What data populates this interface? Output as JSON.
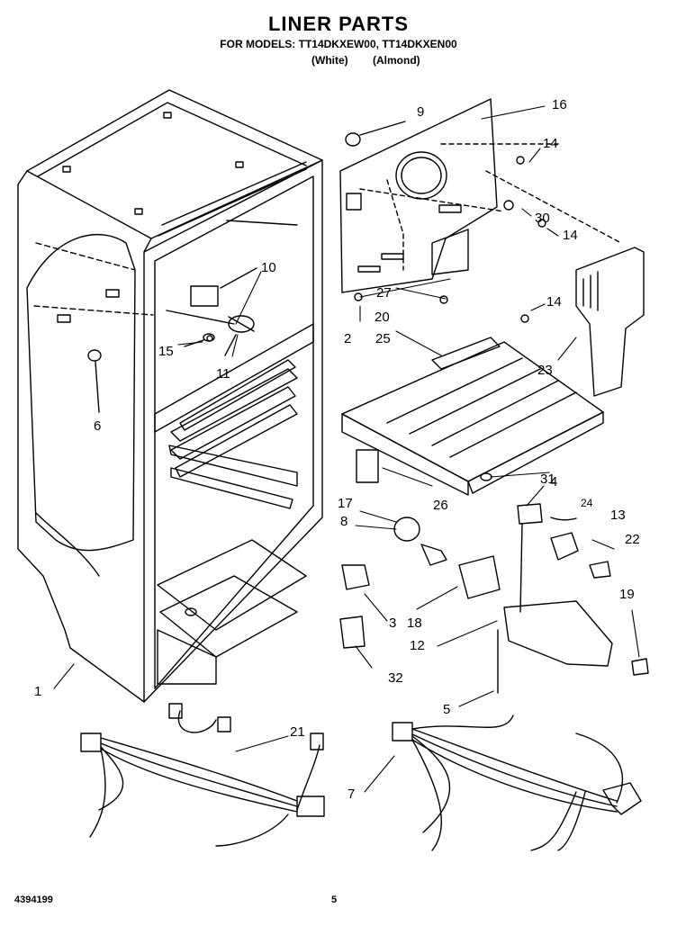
{
  "header": {
    "title": "LINER PARTS",
    "models_line": "FOR MODELS: TT14DKXEW00, TT14DKXEN00",
    "variant_white": "(White)",
    "variant_almond": "(Almond)"
  },
  "callouts": [
    "1",
    "2",
    "3",
    "4",
    "5",
    "6",
    "7",
    "8",
    "9",
    "10",
    "11",
    "12",
    "13",
    "14",
    "14",
    "14",
    "15",
    "16",
    "17",
    "18",
    "19",
    "20",
    "21",
    "22",
    "23",
    "24",
    "25",
    "26",
    "27",
    "30",
    "31",
    "32"
  ],
  "footer": {
    "doc_number": "4394199",
    "page_number": "5"
  }
}
